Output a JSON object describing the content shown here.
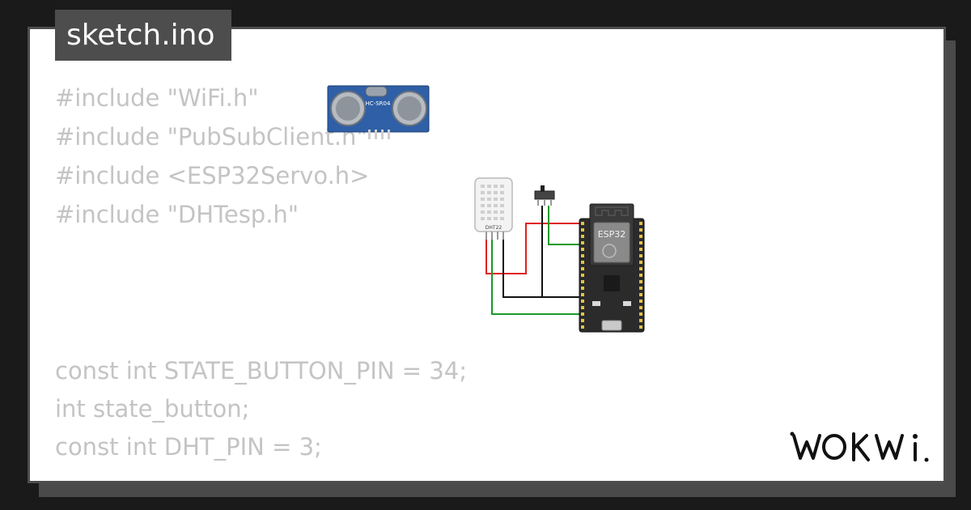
{
  "sketch": {
    "filename": "sketch.ino",
    "code_lines": [
      "#include \"WiFi.h\"",
      "#include \"PubSubClient.h\"",
      "#include <ESP32Servo.h>",
      "#include \"DHTesp.h\"",
      "const int STATE_BUTTON_PIN = 34;",
      "int state_button;",
      "const int DHT_PIN = 3;"
    ]
  },
  "diagram": {
    "ultrasonic_label": "HC-SR04",
    "dht_label": "DHT22",
    "esp_label": "ESP32",
    "wire_colors": {
      "red": "#e0221b",
      "black": "#111111",
      "green": "#1a9a2a"
    },
    "board_color": "#2b2b2b",
    "sensor_color": "#2f5fa6"
  },
  "brand": {
    "logo_text": "WOKWI"
  }
}
